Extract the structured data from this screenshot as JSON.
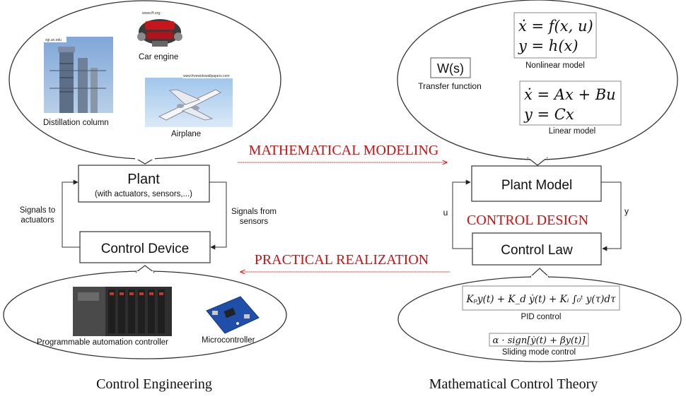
{
  "colors": {
    "accent_red": "#cc1111",
    "stroke": "#333333",
    "text": "#111111"
  },
  "captions": {
    "left": "Control Engineering",
    "right": "Mathematical Control Theory"
  },
  "arrows": {
    "modeling": "MATHEMATICAL MODELING",
    "design": "CONTROL DESIGN",
    "realization": "PRACTICAL REALIZATION"
  },
  "left": {
    "plant": {
      "title": "Plant",
      "subtitle": "(with actuators, sensors,...)"
    },
    "device": {
      "title": "Control Device"
    },
    "signals_to": [
      "Signals to",
      "actuators"
    ],
    "signals_from": [
      "Signals from",
      "sensors"
    ],
    "top_examples": {
      "distillation": "Distillation column",
      "engine": "Car engine",
      "airplane": "Airplane",
      "url_distillation": "sgi.un.edu",
      "url_engine": "www.ff.org",
      "url_airplane": "www.freewidewallpapers.com"
    },
    "bottom_examples": {
      "pac": "Programmable automation controller",
      "micro": "Microcontroller"
    }
  },
  "right": {
    "plant_model": {
      "title": "Plant Model"
    },
    "control_law": {
      "title": "Control Law"
    },
    "u_label": "u",
    "y_label": "y",
    "models": {
      "transfer_symbol": "W(s)",
      "transfer_label": "Transfer function",
      "nonlinear_eq1": "ẋ = f(x, u)",
      "nonlinear_eq2": "y = h(x)",
      "nonlinear_label": "Nonlinear model",
      "linear_eq1": "ẋ = Ax + Bu",
      "linear_eq2": "y = Cx",
      "linear_label": "Linear model"
    },
    "laws": {
      "pid_eq": "Kₚy(t) + K_d ẏ(t) + Kᵢ ∫₀ᵗ y(τ)dτ",
      "pid_label": "PID control",
      "sliding_eq": "α · sign[ẏ(t) + βy(t)]",
      "sliding_label": "Sliding mode control"
    }
  }
}
